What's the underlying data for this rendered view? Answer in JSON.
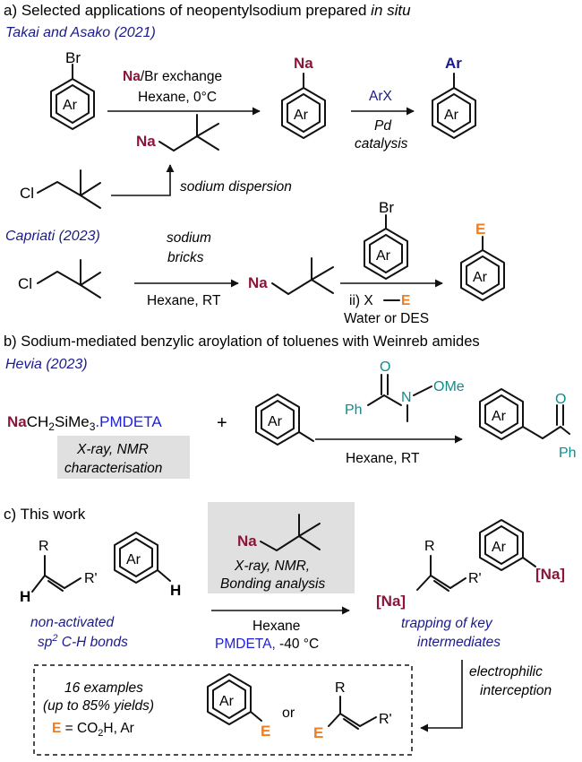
{
  "colors": {
    "na": "#8b1538",
    "blue": "#1a1a8c",
    "bright_blue": "#1f22d4",
    "teal": "#0f8c8c",
    "orange": "#ef7d22",
    "shade": "#e0e0e0",
    "ink": "#111111"
  },
  "section_a": {
    "heading": "a) Selected applications of neopentylsodium prepared",
    "heading_italic": "in situ",
    "ref1": "Takai and Asako (2021)",
    "sub_br": "Br",
    "ring_ar": "Ar",
    "arrow1_na": "Na",
    "arrow1_rest": "/Br exchange",
    "arrow1_below": "Hexane, 0°C",
    "prod_na": "Na",
    "arrow2_above": "ArX",
    "arrow2_below_1": "Pd",
    "arrow2_below_2": "catalysis",
    "prod2_ar": "Ar",
    "neop_na": "Na",
    "cl": "Cl",
    "dispersion": "sodium dispersion",
    "ref2": "Capriati (2023)",
    "bricks_1": "sodium",
    "bricks_2": "bricks",
    "bricks_below": "Hexane, RT",
    "neop2_na": "Na",
    "step2_br": "Br",
    "step2_ii": "ii) X",
    "step2_e": "E",
    "step2_solvent": "Water or DES",
    "final_e": "E"
  },
  "section_b": {
    "heading": "b) Sodium-mediated benzylic aroylation of toluenes with Weinreb amides",
    "ref": "Hevia (2023)",
    "reagent_na": "Na",
    "reagent_mid": "CH",
    "reagent_sub2": "2",
    "reagent_si": "SiMe",
    "reagent_sub3": "3",
    "reagent_pmdeta": ".PMDETA",
    "box_line1": "X-ray, NMR",
    "box_line2": "characterisation",
    "plus": "+",
    "amide_o": "O",
    "amide_ph": "Ph",
    "amide_n": "N",
    "amide_ome": "OMe",
    "conditions": "Hexane, RT",
    "prod_o": "O",
    "prod_ph": "Ph"
  },
  "section_c": {
    "heading": "c) This work",
    "box_na": "Na",
    "box_line1": "X-ray, NMR,",
    "box_line2": "Bonding analysis",
    "alkene_r": "R",
    "alkene_rp": "R'",
    "alkene_h": "H",
    "arene_h": "H",
    "label_1": "non-activated",
    "label_2a": "sp",
    "label_2sup": "2",
    "label_2b": " C-H bonds",
    "cond_1": "Hexane",
    "cond_2a": "PMDETA,",
    "cond_2b": " -40 °C",
    "prod_na_arene": "[Na]",
    "prod_na_alkene": "[Na]",
    "trap_1": "trapping of key",
    "trap_2": "intermediates",
    "electro_1": "electrophilic",
    "electro_2": "interception",
    "examples_1": "16 examples",
    "examples_2": "(up to 85% yields)",
    "examples_e": "E",
    "examples_rest": " = CO",
    "examples_sub": "2",
    "examples_end": "H, Ar",
    "or": "or",
    "final_e": "E"
  }
}
